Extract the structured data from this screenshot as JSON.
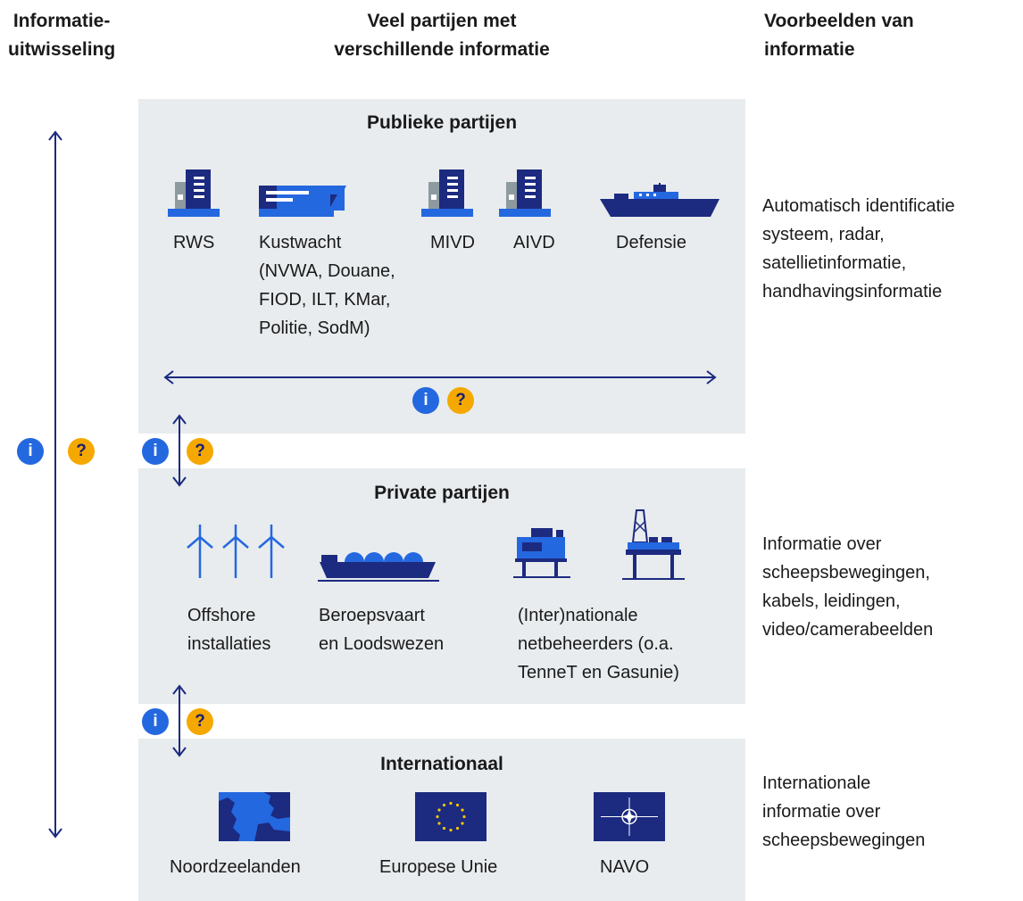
{
  "colors": {
    "navy": "#1c2a80",
    "blue": "#2468e0",
    "panel": "#e8ecee",
    "grey": "#8d9a9f",
    "yellow": "#f5a800"
  },
  "headers": {
    "col1": [
      "Informatie-",
      "uitwisseling"
    ],
    "col2": [
      "Veel partijen met",
      "verschillende informatie"
    ],
    "col3": [
      "Voorbeelden van",
      "informatie"
    ]
  },
  "badges": {
    "info": "i",
    "question": "?"
  },
  "public": {
    "title": "Publieke partijen",
    "parties": [
      {
        "icon": "building-icon",
        "label": [
          "RWS"
        ]
      },
      {
        "icon": "coastguard-building-icon",
        "label": [
          "Kustwacht",
          "(NVWA, Douane,",
          "FIOD, ILT, KMar,",
          "Politie, SodM)"
        ]
      },
      {
        "icon": "building-icon",
        "label": [
          "MIVD"
        ]
      },
      {
        "icon": "building-icon",
        "label": [
          "AIVD"
        ]
      },
      {
        "icon": "navy-ship-icon",
        "label": [
          "Defensie"
        ]
      }
    ],
    "examples": [
      "Automatisch identificatie",
      "systeem, radar,",
      "satellietinformatie,",
      "handhavingsinformatie"
    ]
  },
  "private": {
    "title": "Private partijen",
    "parties": [
      {
        "icon": "wind-turbines-icon",
        "label": [
          "Offshore",
          "installaties"
        ]
      },
      {
        "icon": "lng-tanker-icon",
        "label": [
          "Beroepsvaart",
          "en Loodswezen"
        ]
      },
      {
        "icon": "offshore-platform-icon",
        "label": [
          "(Inter)nationale",
          "netbeheerders (o.a.",
          "TenneT en Gasunie)"
        ]
      }
    ],
    "examples": [
      "Informatie over",
      "scheepsbewegingen,",
      "kabels, leidingen,",
      "video/camerabeelden"
    ]
  },
  "international": {
    "title": "Internationaal",
    "parties": [
      {
        "icon": "north-sea-map-icon",
        "label": [
          "Noordzeelanden"
        ]
      },
      {
        "icon": "eu-flag-icon",
        "label": [
          "Europese Unie"
        ]
      },
      {
        "icon": "nato-flag-icon",
        "label": [
          "NAVO"
        ]
      }
    ],
    "examples": [
      "Internationale",
      "informatie over",
      "scheepsbewegingen"
    ]
  }
}
